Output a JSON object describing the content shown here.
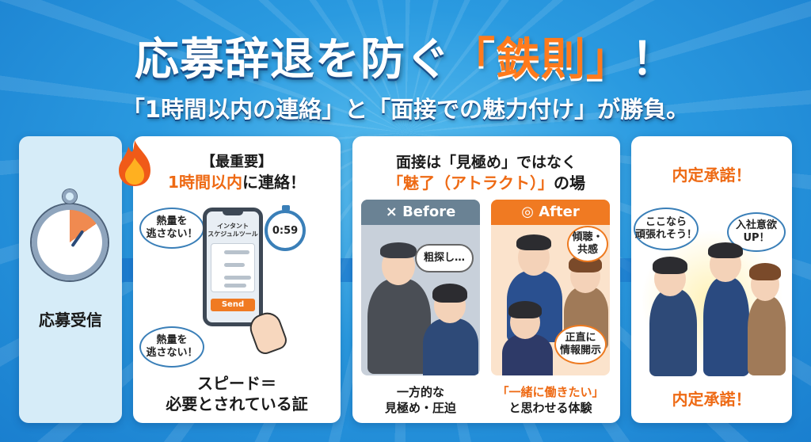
{
  "header": {
    "title_main": "応募辞退を防ぐ",
    "title_accent": "「鉄則」",
    "title_end": "！",
    "subtitle": "「1時間以内の連絡」と「面接での魅力付け」が勝負。"
  },
  "colors": {
    "accent_orange": "#ee6a14",
    "primary_blue": "#1a72c8",
    "background_blue": "#2a9ae0",
    "before_gray": "#6a8294",
    "after_orange": "#f07a22"
  },
  "steps": [
    {
      "id": "step1",
      "icon": "stopwatch-icon",
      "label": "応募受信"
    },
    {
      "id": "step2",
      "icon": "fire-icon",
      "heading_line1": "【最重要】",
      "heading_accent": "1時間以内",
      "heading_rest": "に連絡！",
      "bubble_top": "熱量を\n逃さない！",
      "bubble_bottom": "熱量を\n逃さない！",
      "phone_title_line1": "インタント",
      "phone_title_line2": "スケジュルツール",
      "send_button": "Send",
      "timer": "0:59",
      "footer_line1": "スピード＝",
      "footer_line2": "必要とされている証"
    },
    {
      "id": "step3",
      "heading_line1": "面接は「見極め」ではなく",
      "heading_accent": "「魅了（アトラクト）」",
      "heading_rest": "の場",
      "before": {
        "label": "× Before",
        "thought": "粗探し…",
        "caption_line1": "一方的な",
        "caption_line2": "見極め・圧迫"
      },
      "after": {
        "label": "◎ After",
        "bubble_top": "傾聴・\n共感",
        "bubble_bottom": "正直に\n情報開示",
        "caption_accent": "「一緒に働きたい」",
        "caption_line2": "と思わせる体験"
      }
    },
    {
      "id": "step4",
      "heading": "内定承諾！",
      "bubble_left": "ここなら\n頑張れそう！",
      "bubble_right": "入社意欲\nUP！",
      "footer": "内定承諾！"
    }
  ]
}
